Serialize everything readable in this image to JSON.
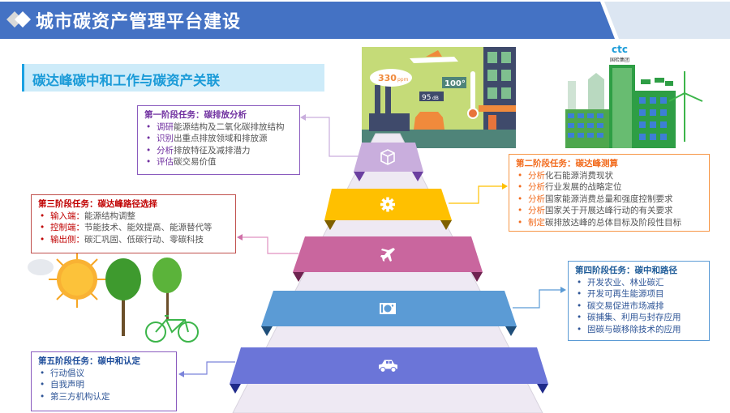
{
  "header": {
    "title": "城市碳资产管理平台建设",
    "icon": "diamond-icon",
    "color": "#4472C4"
  },
  "subtitle": "碳达峰碳中和工作与碳资产关联",
  "illustration": {
    "ppm": "330",
    "ppm_unit": "ppm",
    "temp": "100°",
    "noise": "95",
    "noise_unit": "dB",
    "logo": "ctc",
    "logo_text": "国检集团"
  },
  "pyramid": [
    {
      "icon": "cube-icon",
      "color": "#C9AEDD"
    },
    {
      "icon": "gear-icon",
      "color": "#FFC000"
    },
    {
      "icon": "airplane-icon",
      "color": "#C9669E"
    },
    {
      "icon": "camera-icon",
      "color": "#5B9BD5"
    },
    {
      "icon": "car-icon",
      "color": "#6B75D8"
    }
  ],
  "stages": {
    "s1": {
      "title": "第一阶段任务：碳排放分析",
      "items": [
        {
          "p": "调研",
          "t": "能源结构及二氧化碳排放结构"
        },
        {
          "p": "识别",
          "t": "出重点排放领域和排放源"
        },
        {
          "p": "分析",
          "t": "排放特征及减排潜力"
        },
        {
          "p": "评估",
          "t": "碳交易价值"
        }
      ]
    },
    "s2": {
      "title": "第二阶段任务：碳达峰测算",
      "items": [
        {
          "p": "分析",
          "t": "化石能源消费现状"
        },
        {
          "p": "分析",
          "t": "行业发展的战略定位"
        },
        {
          "p": "分析",
          "t": "国家能源消费总量和强度控制要求"
        },
        {
          "p": "分析",
          "t": "国家关于开展达峰行动的有关要求"
        },
        {
          "p": "制定",
          "t": "碳排放达峰的总体目标及阶段性目标"
        }
      ]
    },
    "s3": {
      "title": "第三阶段任务：碳达峰路径选择",
      "items": [
        {
          "p": "输入端：",
          "t": "能源结构调整"
        },
        {
          "p": "控制端：",
          "t": "节能技术、能效提高、能源替代等"
        },
        {
          "p": "输出侧：",
          "t": "碳汇巩固、低碳行动、零碳科技"
        }
      ]
    },
    "s4": {
      "title": "第四阶段任务：碳中和路径",
      "items": [
        "开发农业、林业碳汇",
        "开发可再生能源项目",
        "碳交易促进市场减排",
        "碳捕集、利用与封存应用",
        "固碳与碳移除技术的应用"
      ]
    },
    "s5": {
      "title": "第五阶段任务：碳中和认定",
      "items": [
        "行动倡议",
        "自我声明",
        "第三方机构认定"
      ]
    }
  }
}
